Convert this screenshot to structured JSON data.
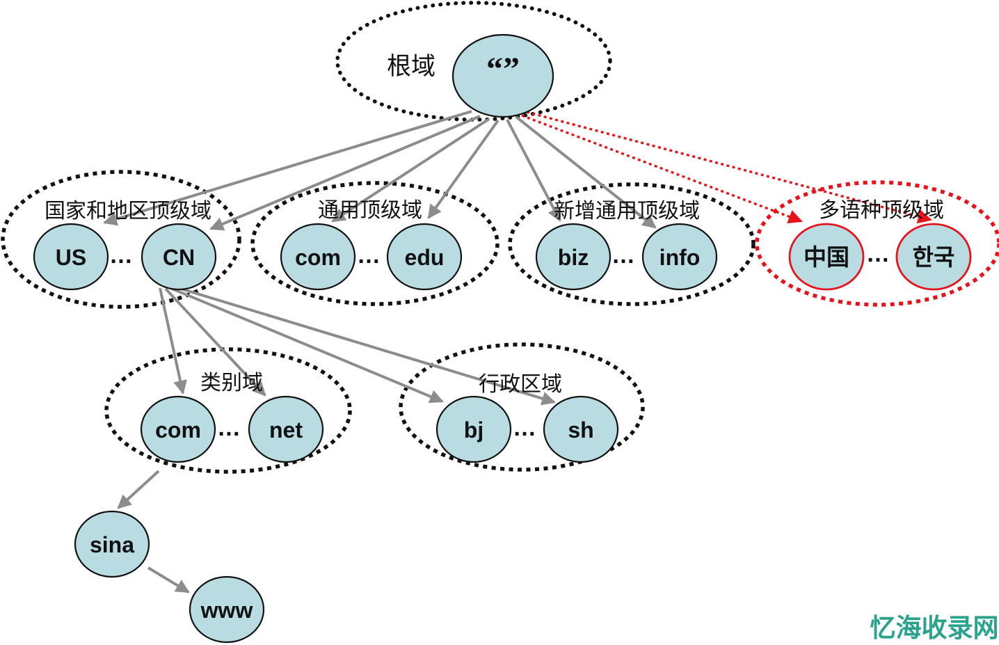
{
  "colors": {
    "background": "#ffffff",
    "node_fill": "#b9dce2",
    "ink": "#111111",
    "arrow_gray": "#8c8c8c",
    "accent_red": "#e8121b",
    "watermark_teal": "#2aa38c"
  },
  "root": {
    "group_label": "根域",
    "node_label": "“”"
  },
  "tld_groups": {
    "country": {
      "title": "国家和地区顶级域",
      "left": "US",
      "right": "CN"
    },
    "generic": {
      "title": "通用顶级域",
      "left": "com",
      "right": "edu"
    },
    "new_generic": {
      "title": "新增通用顶级域",
      "left": "biz",
      "right": "info"
    },
    "multilingual": {
      "title": "多语种顶级域",
      "left": "中国",
      "right": "한국"
    }
  },
  "sub_groups": {
    "category": {
      "title": "类别域",
      "left": "com",
      "right": "net"
    },
    "admin_region": {
      "title": "行政区域",
      "left": "bj",
      "right": "sh"
    }
  },
  "hosts": {
    "third_level": "sina",
    "fourth_level": "www"
  },
  "ellipsis": "…",
  "watermark": "忆海收录网"
}
